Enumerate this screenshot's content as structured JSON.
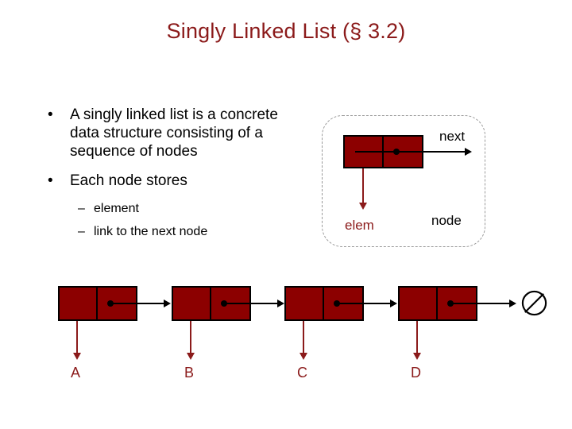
{
  "slide": {
    "title": "Singly Linked List (§ 3.2)",
    "title_color": "#8b1a1a",
    "background_color": "#ffffff"
  },
  "bullets": [
    {
      "marker": "•",
      "text": "A singly linked list is a concrete data structure consisting of a sequence of nodes"
    },
    {
      "marker": "•",
      "text": "Each node stores",
      "sub_items": [
        {
          "marker": "–",
          "text": "element"
        },
        {
          "marker": "–",
          "text": "link to the next node"
        }
      ]
    }
  ],
  "node_callout": {
    "labels": {
      "next": "next",
      "elem": "elem",
      "node": "node"
    },
    "colors": {
      "node_fill": "#8c0000",
      "node_border": "#000000",
      "callout_border": "#9a9a9a",
      "elem_label": "#8b1a1a",
      "next_label": "#000000",
      "node_label": "#000000"
    }
  },
  "linked_list": {
    "nodes": [
      {
        "label": "A"
      },
      {
        "label": "B"
      },
      {
        "label": "C"
      },
      {
        "label": "D"
      }
    ],
    "terminator": "∅",
    "terminator_name": "null-symbol",
    "label_color": "#8b1a1a",
    "node_fill": "#8c0000"
  }
}
